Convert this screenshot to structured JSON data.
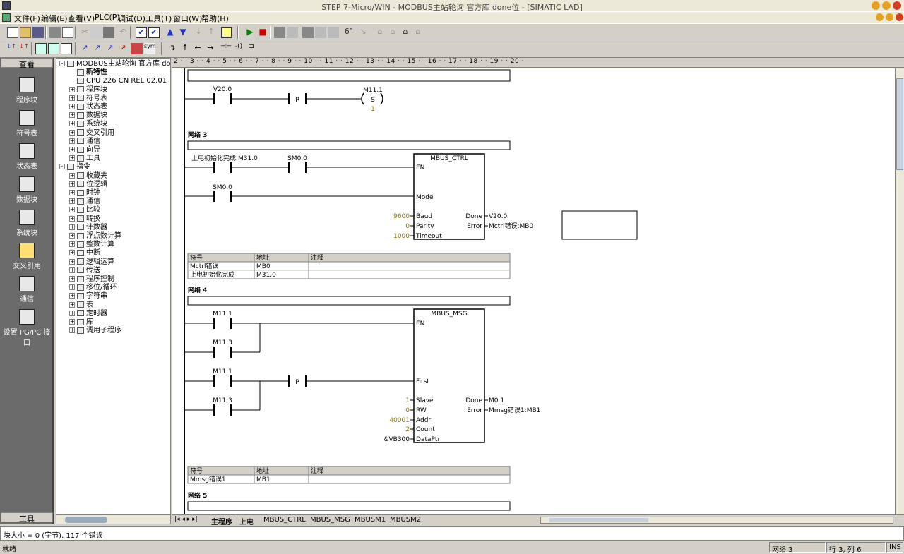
{
  "window": {
    "title": "STEP 7-Micro/WIN - MODBUS主站轮询 官方库 done位 - [SIMATIC LAD]"
  },
  "menu": [
    "文件(F)",
    "编辑(E)",
    "查看(V)",
    "PLC(P)",
    "调试(D)",
    "工具(T)",
    "窗口(W)",
    "帮助(H)"
  ],
  "nav": {
    "header": "查看",
    "footer": "工具",
    "items": [
      "程序块",
      "符号表",
      "状态表",
      "数据块",
      "系统块",
      "交叉引用",
      "通信",
      "设置 PG/PC 接口"
    ]
  },
  "tree": [
    {
      "label": "MODBUS主站轮询 官方库 done位",
      "level": 0,
      "exp": "-"
    },
    {
      "label": "新特性",
      "level": 1,
      "exp": ""
    },
    {
      "label": "CPU 226 CN REL 02.01",
      "level": 1,
      "exp": ""
    },
    {
      "label": "程序块",
      "level": 1,
      "exp": "+"
    },
    {
      "label": "符号表",
      "level": 1,
      "exp": "+"
    },
    {
      "label": "状态表",
      "level": 1,
      "exp": "+"
    },
    {
      "label": "数据块",
      "level": 1,
      "exp": "+"
    },
    {
      "label": "系统块",
      "level": 1,
      "exp": "+"
    },
    {
      "label": "交叉引用",
      "level": 1,
      "exp": "+"
    },
    {
      "label": "通信",
      "level": 1,
      "exp": "+"
    },
    {
      "label": "向导",
      "level": 1,
      "exp": "+"
    },
    {
      "label": "工具",
      "level": 1,
      "exp": "+"
    },
    {
      "label": "指令",
      "level": 0,
      "exp": "-"
    },
    {
      "label": "收藏夹",
      "level": 1,
      "exp": "+"
    },
    {
      "label": "位逻辑",
      "level": 1,
      "exp": "+"
    },
    {
      "label": "时钟",
      "level": 1,
      "exp": "+"
    },
    {
      "label": "通信",
      "level": 1,
      "exp": "+"
    },
    {
      "label": "比较",
      "level": 1,
      "exp": "+"
    },
    {
      "label": "转换",
      "level": 1,
      "exp": "+"
    },
    {
      "label": "计数器",
      "level": 1,
      "exp": "+"
    },
    {
      "label": "浮点数计算",
      "level": 1,
      "exp": "+"
    },
    {
      "label": "整数计算",
      "level": 1,
      "exp": "+"
    },
    {
      "label": "中断",
      "level": 1,
      "exp": "+"
    },
    {
      "label": "逻辑运算",
      "level": 1,
      "exp": "+"
    },
    {
      "label": "传送",
      "level": 1,
      "exp": "+"
    },
    {
      "label": "程序控制",
      "level": 1,
      "exp": "+"
    },
    {
      "label": "移位/循环",
      "level": 1,
      "exp": "+"
    },
    {
      "label": "字符串",
      "level": 1,
      "exp": "+"
    },
    {
      "label": "表",
      "level": 1,
      "exp": "+"
    },
    {
      "label": "定时器",
      "level": 1,
      "exp": "+"
    },
    {
      "label": "库",
      "level": 1,
      "exp": "+"
    },
    {
      "label": "调用子程序",
      "level": 1,
      "exp": "+"
    }
  ],
  "ruler": "2 · · 3 · · 4 · · 5 · · 6 · · 7 · · 8 · · 9 · · 10 · · 11 · · 12 · · 13 · · 14 · · 15 · · 16 · · 17 · · 18 ·  · 19 · · 20 ·",
  "ladder": {
    "net2": {
      "contact": "V20.0",
      "p": "P",
      "coil_addr": "M11.1",
      "coil": "S",
      "coil_n": "1"
    },
    "net3": {
      "title": "网络 3",
      "contact1": "上电初始化完成:M31.0",
      "contact2": "SM0.0",
      "contact3": "SM0.0",
      "block": "MBUS_CTRL",
      "pins_in": [
        "EN",
        "Mode",
        "Baud",
        "Parity",
        "Timeout"
      ],
      "vals_in": [
        "9600",
        "0",
        "1000"
      ],
      "pins_out": [
        "Done",
        "Error"
      ],
      "vals_out": [
        "V20.0",
        "Mctrl错误:MB0"
      ],
      "sym_headers": [
        "符号",
        "地址",
        "注释"
      ],
      "sym_rows": [
        [
          "Mctrl错误",
          "MB0",
          ""
        ],
        [
          "上电初始化完成",
          "M31.0",
          ""
        ]
      ]
    },
    "net4": {
      "title": "网络 4",
      "c1": "M11.1",
      "c2": "M11.3",
      "c3": "M11.1",
      "c4": "M11.3",
      "p": "P",
      "block": "MBUS_MSG",
      "pins_in": [
        "EN",
        "First",
        "Slave",
        "RW",
        "Addr",
        "Count",
        "DataPtr"
      ],
      "vals_in": [
        "1",
        "0",
        "40001",
        "2",
        "&VB300"
      ],
      "pins_out": [
        "Done",
        "Error"
      ],
      "vals_out": [
        "M0.1",
        "Mmsg错误1:MB1"
      ],
      "sym_headers": [
        "符号",
        "地址",
        "注释"
      ],
      "sym_rows": [
        [
          "Mmsg错误1",
          "MB1",
          ""
        ]
      ]
    },
    "net5": {
      "title": "网络 5"
    }
  },
  "tabs": [
    "主程序",
    "上电",
    "MBUS_CTRL",
    "MBUS_MSG",
    "MBUSM1",
    "MBUSM2"
  ],
  "output": "块大小 = 0 (字节), 117 个错误",
  "status": {
    "left": "就绪",
    "network": "网络 3",
    "pos": "行 3, 列 6",
    "mode": "INS"
  },
  "colors": {
    "value": "#8a7a00",
    "window_btn": "#e8a020"
  }
}
